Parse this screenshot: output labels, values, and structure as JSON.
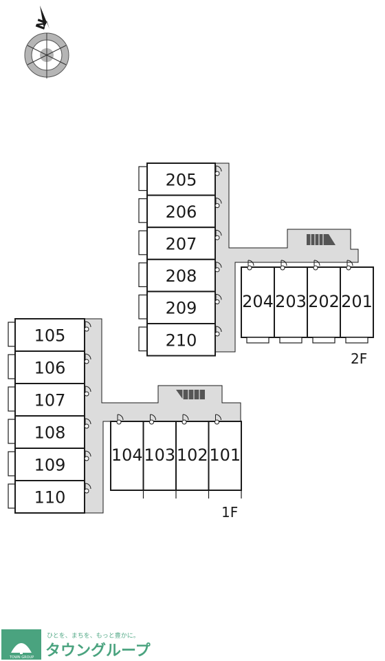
{
  "compass": {
    "north_label": "N"
  },
  "floors": {
    "second": {
      "label": "2F",
      "units_stack": [
        "205",
        "206",
        "207",
        "208",
        "209",
        "210"
      ],
      "units_row": [
        "204",
        "203",
        "202",
        "201"
      ]
    },
    "first": {
      "label": "1F",
      "units_stack": [
        "105",
        "106",
        "107",
        "108",
        "109",
        "110"
      ],
      "units_row": [
        "104",
        "103",
        "102",
        "101"
      ]
    }
  },
  "brand": {
    "tagline": "ひとを、まちを、もっと豊かに。",
    "name": "タウングループ",
    "logo_small": "TOWN GROUP",
    "color": "#4aa37f"
  }
}
